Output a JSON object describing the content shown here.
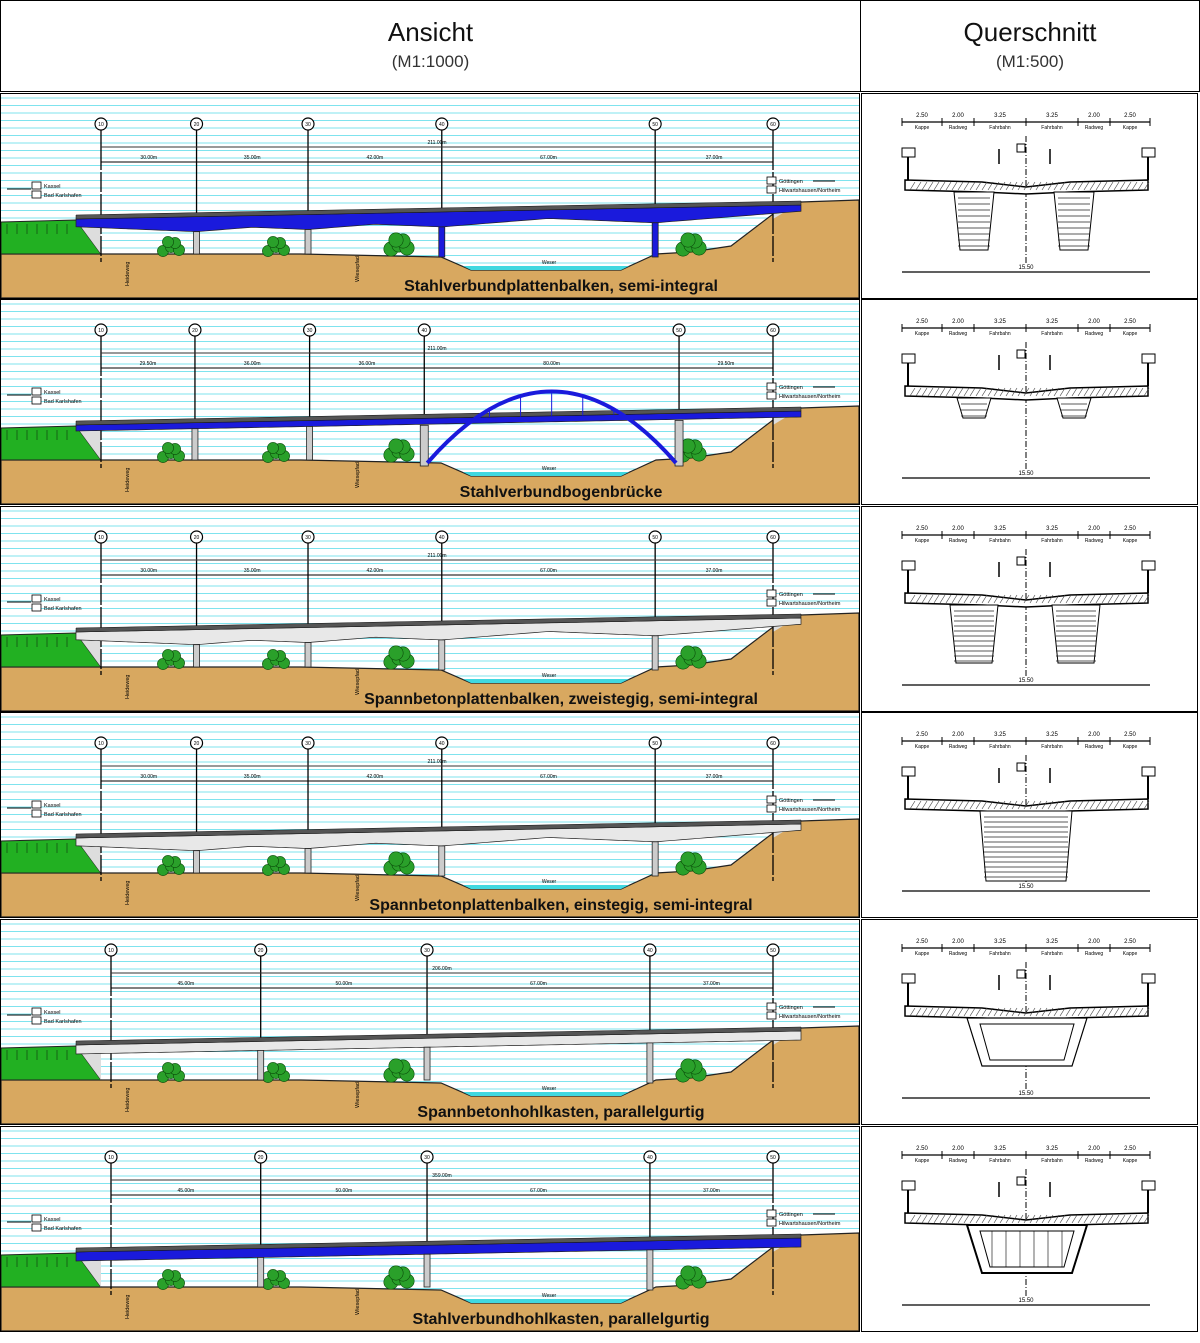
{
  "header": {
    "view_title": "Ansicht",
    "view_scale": "(M1:1000)",
    "section_title": "Querschnitt",
    "section_scale": "(M1:500)"
  },
  "labels": {
    "left_signs": [
      "Kassel",
      "Bad Karlshafen"
    ],
    "right_signs": [
      "Göttingen",
      "Hilwartshausen/Northeim"
    ],
    "road_left": "Heideweg",
    "road_mid": "Wiesepfad",
    "river": "Weser"
  },
  "cross_section": {
    "segments": [
      {
        "w": "2.50",
        "name": "Kappe"
      },
      {
        "w": "2.00",
        "name": "Radweg"
      },
      {
        "w": "3.25",
        "name": "Fahrbahn"
      },
      {
        "w": "3.25",
        "name": "Fahrbahn"
      },
      {
        "w": "2.00",
        "name": "Radweg"
      },
      {
        "w": "2.50",
        "name": "Kappe"
      }
    ],
    "total": "15.50"
  },
  "colors": {
    "steel": "#1a1adc",
    "concrete": "#e8e8e8",
    "ground": "#d8a860",
    "grass": "#22b022",
    "water": "#40d8e0",
    "sky": "#7fe3ee"
  },
  "variants": [
    {
      "title": "Stahlverbundplattenbalken, semi-integral",
      "axes": [
        "10",
        "20",
        "30",
        "40",
        "50",
        "60"
      ],
      "spans": [
        30,
        35,
        42,
        67,
        37
      ],
      "span_labels": [
        "30.00m",
        "35.00m",
        "42.00m",
        "67.00m",
        "37.00m"
      ],
      "total_label": "211.00m",
      "material": "steel",
      "structure": "beam",
      "section": "two-webs"
    },
    {
      "title": "Stahlverbundbogenbrücke",
      "axes": [
        "10",
        "20",
        "30",
        "40",
        "50",
        "60"
      ],
      "spans": [
        29.5,
        36,
        36,
        80,
        29.5
      ],
      "span_labels": [
        "29.50m",
        "36.00m",
        "36.00m",
        "80.00m",
        "29.50m"
      ],
      "total_label": "211.00m",
      "material": "steel",
      "structure": "arch",
      "section": "two-webs-shallow"
    },
    {
      "title": "Spannbetonplattenbalken, zweistegig, semi-integral",
      "axes": [
        "10",
        "20",
        "30",
        "40",
        "50",
        "60"
      ],
      "spans": [
        30,
        35,
        42,
        67,
        37
      ],
      "span_labels": [
        "30.00m",
        "35.00m",
        "42.00m",
        "67.00m",
        "37.00m"
      ],
      "total_label": "211.00m",
      "material": "concrete",
      "structure": "beam",
      "section": "two-webs-hatched"
    },
    {
      "title": "Spannbetonplattenbalken, einstegig, semi-integral",
      "axes": [
        "10",
        "20",
        "30",
        "40",
        "50",
        "60"
      ],
      "spans": [
        30,
        35,
        42,
        67,
        37
      ],
      "span_labels": [
        "30.00m",
        "35.00m",
        "42.00m",
        "67.00m",
        "37.00m"
      ],
      "total_label": "211.00m",
      "material": "concrete",
      "structure": "beam",
      "section": "single-web"
    },
    {
      "title": "Spannbetonhohlkasten, parallelgurtig",
      "axes": [
        "10",
        "20",
        "30",
        "40",
        "50"
      ],
      "spans": [
        45,
        50,
        67,
        37
      ],
      "span_labels": [
        "45.00m",
        "50.00m",
        "67.00m",
        "37.00m"
      ],
      "total_label": "206.00m",
      "material": "concrete",
      "structure": "parallel",
      "section": "box"
    },
    {
      "title": "Stahlverbundhohlkasten, parallelgurtig",
      "axes": [
        "10",
        "20",
        "30",
        "40",
        "50"
      ],
      "spans": [
        45,
        50,
        67,
        37
      ],
      "span_labels": [
        "45.00m",
        "50.00m",
        "67.00m",
        "37.00m"
      ],
      "total_label": "359.00m",
      "material": "steel",
      "structure": "parallel",
      "section": "steel-box"
    }
  ]
}
